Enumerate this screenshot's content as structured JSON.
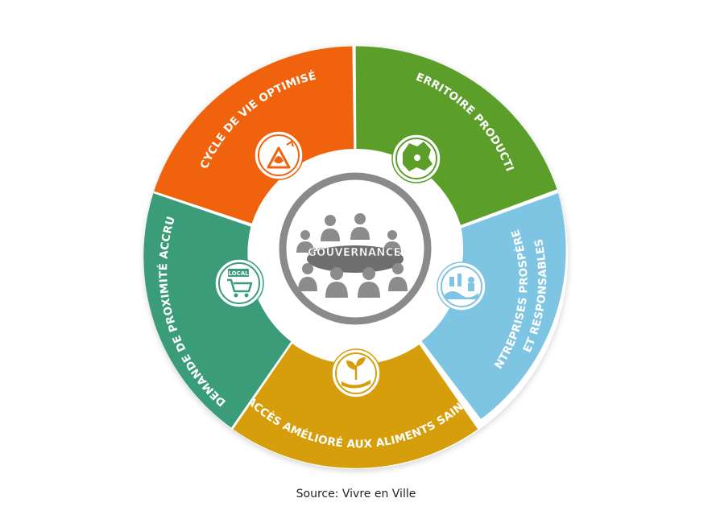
{
  "diagram": {
    "center": {
      "label": "GOUVERNANCE",
      "icon": "meeting-table-icon"
    },
    "segments": [
      {
        "id": "cycle",
        "label": "CYCLE DE VIE OPTIMISÉ",
        "color": "#f0620c",
        "icon": "recycle-icon"
      },
      {
        "id": "territoire",
        "label": "TERRITOIRE PRODUCTIF",
        "color": "#5c9e2a",
        "icon": "territory-map-icon"
      },
      {
        "id": "entreprises",
        "label_lines": [
          "ENTREPRISES PROSPÈRES",
          "ET RESPONSABLES"
        ],
        "color": "#7ec4e3",
        "icon": "farming-scene-icon"
      },
      {
        "id": "acces",
        "label": "ACCÈS AMÉLIORÉ AUX ALIMENTS SAINS",
        "color": "#d69e0a",
        "icon": "hand-plant-icon"
      },
      {
        "id": "demande",
        "label": "DEMANDE DE PROXIMITÉ ACCRUE",
        "color": "#3a9c78",
        "icon": "local-shopping-cart-icon",
        "icon_text": "LOCAL"
      }
    ]
  },
  "source": "Source: Vivre en Ville"
}
